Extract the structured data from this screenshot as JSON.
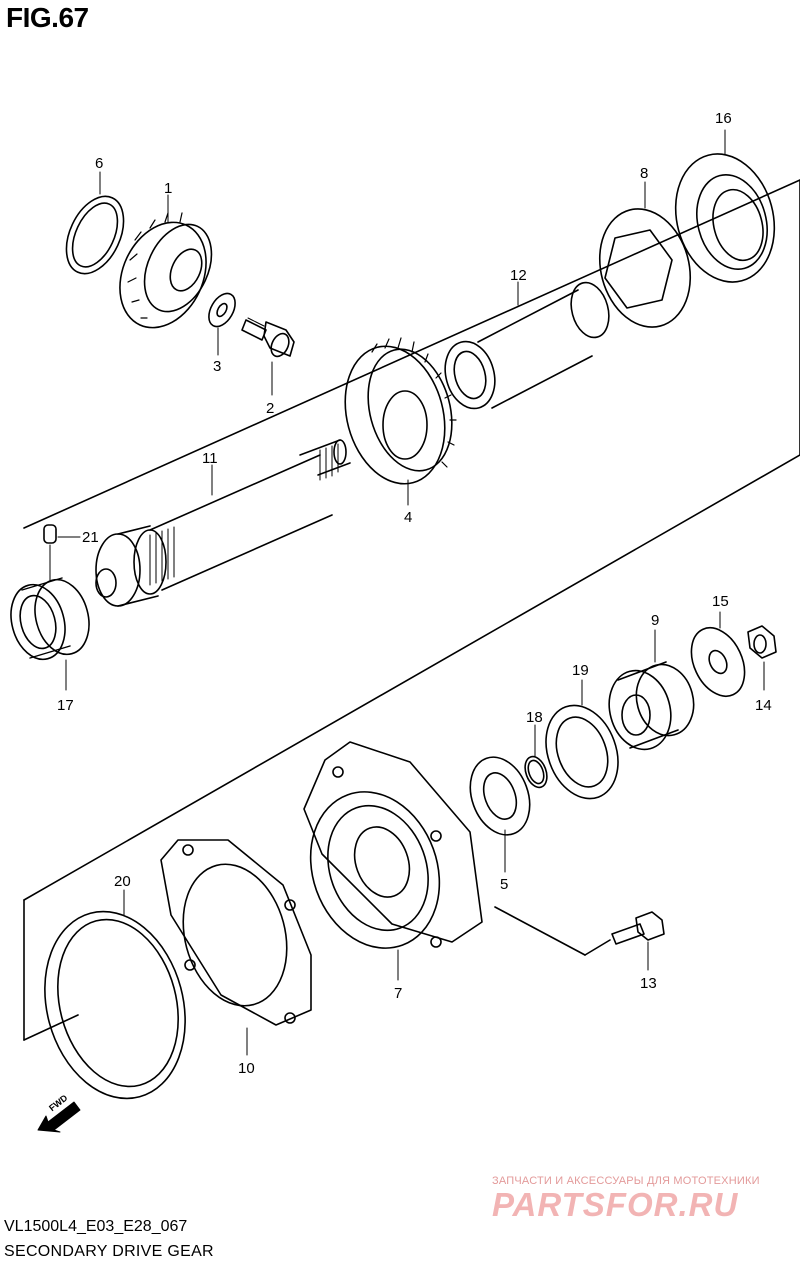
{
  "figure": {
    "title": "FIG.67"
  },
  "callouts": [
    "1",
    "2",
    "3",
    "4",
    "5",
    "6",
    "7",
    "8",
    "9",
    "10",
    "11",
    "12",
    "13",
    "14",
    "15",
    "16",
    "17",
    "18",
    "19",
    "20",
    "21"
  ],
  "fwd_arrow": {
    "label": "FWD"
  },
  "footer": {
    "model_code": "VL1500L4_E03_E28_067",
    "caption": "SECONDARY DRIVE GEAR"
  },
  "watermark": {
    "tagline": "ЗАПЧАСТИ И АКСЕССУАРЫ ДЛЯ МОТОТЕХНИКИ",
    "brand": "PARTSFOR.RU"
  }
}
